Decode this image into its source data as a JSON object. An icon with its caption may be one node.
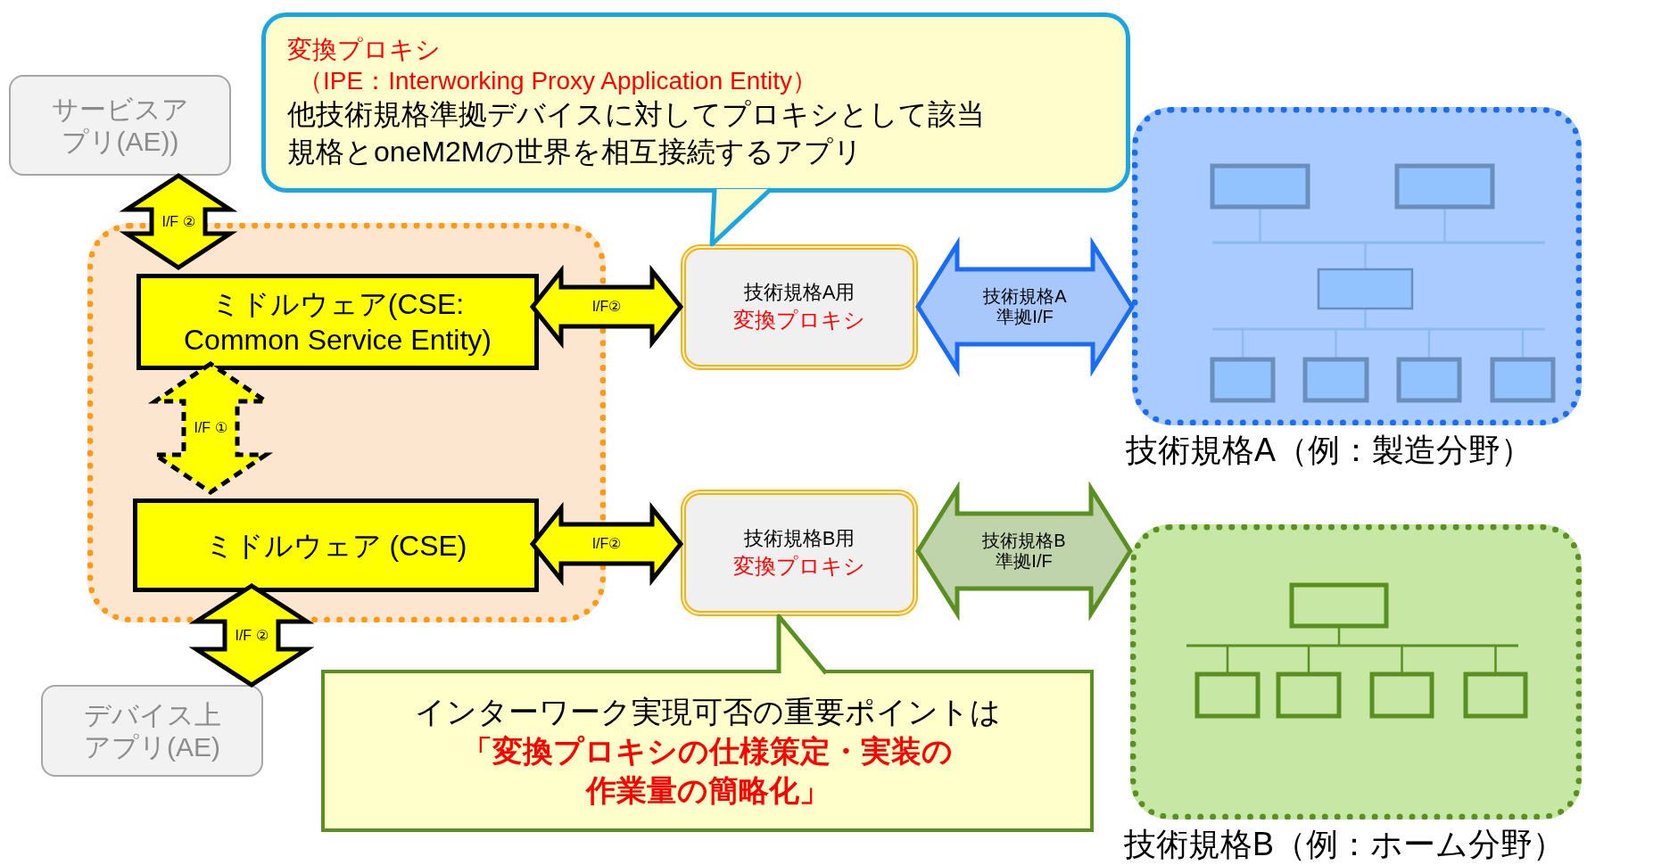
{
  "diagram": {
    "nodes": [
      {
        "text": [
          "サービスアプリ(AE))"
        ]
      },
      {
        "text": [
          "変換プロキシ",
          "（IPE：Interworking Proxy Application Entity）",
          "他技術規格準拠デバイスに対してプロキシとして該当規格とoneM2Mの世界を相互接続するアプリ"
        ]
      },
      {
        "text": [
          "技術規格A（例：製造分野）"
        ]
      },
      {
        "text": [],
        "shape": "box"
      },
      {
        "text": [
          "ミドルウェア(CSE: Common Service Entity)"
        ],
        "in": 3
      },
      {
        "text": [
          "技術規格A用",
          "変換プロキシ"
        ]
      },
      {
        "text": [
          "ミドルウェア (CSE)"
        ],
        "in": 3
      },
      {
        "text": [
          "技術規格B用",
          "変換プロキシ"
        ]
      },
      {
        "text": [
          "技術規格B（例：ホーム分野）"
        ]
      },
      {
        "text": [
          "デバイス上アプリ(AE)"
        ]
      },
      {
        "text": [
          "インターワーク実現可否の重要ポイントは",
          "「変換プロキシの仕様策定・実装の作業量の簡略化」"
        ]
      }
    ],
    "edges": [
      {
        "from": 0,
        "to": 4,
        "arrow": "both",
        "label": "I/F ②"
      },
      {
        "from": 4,
        "to": 5,
        "arrow": "both",
        "label": "I/F②"
      },
      {
        "from": 5,
        "to": 2,
        "arrow": "both",
        "label": "技術規格A 準拠I/F",
        "color": "#1a6cf5"
      },
      {
        "from": 4,
        "to": 6,
        "arrow": "both",
        "label": "I/F ①",
        "style": "dashed"
      },
      {
        "from": 6,
        "to": 7,
        "arrow": "both",
        "label": "I/F②"
      },
      {
        "from": 7,
        "to": 8,
        "arrow": "both",
        "label": "技術規格B 準拠I/F",
        "color": "#5a8f22"
      },
      {
        "from": 6,
        "to": 9,
        "arrow": "both",
        "label": "I/F ②"
      },
      {
        "from": 1,
        "to": 5,
        "arrow": "to",
        "color": "#1aa7e0"
      },
      {
        "from": 10,
        "to": 7,
        "arrow": "to",
        "color": "#5a8f22"
      }
    ]
  }
}
